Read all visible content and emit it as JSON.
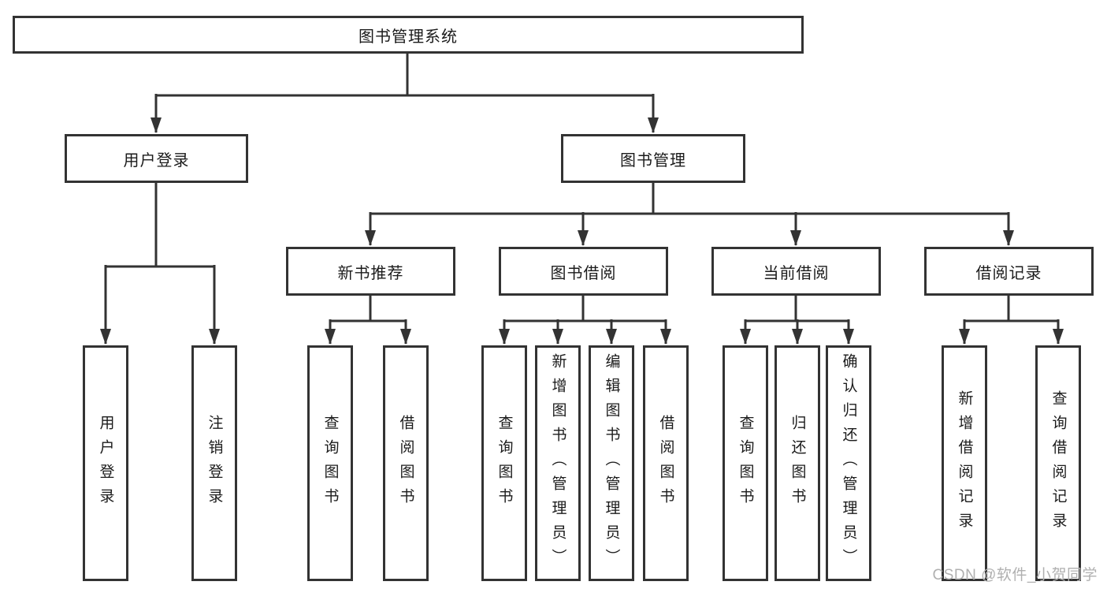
{
  "diagram": {
    "root": "图书管理系统",
    "level2": {
      "user_login": "用户登录",
      "book_management": "图书管理"
    },
    "level3": {
      "new_book_recommendation": "新书推荐",
      "book_borrowing": "图书借阅",
      "current_borrowing": "当前借阅",
      "borrowing_records": "借阅记录"
    },
    "leaves": {
      "user_login": "用户登录",
      "logout": "注销登录",
      "recommend_query_books": "查询图书",
      "recommend_borrow_books": "借阅图书",
      "borrow_query_books": "查询图书",
      "borrow_add_books": "新增图书（管理员）",
      "borrow_edit_books": "编辑图书（管理员）",
      "borrow_borrow_books": "借阅图书",
      "current_query_books": "查询图书",
      "current_return_books": "归还图书",
      "current_confirm_return": "确认归还（管理员）",
      "records_add_record": "新增借阅记录",
      "records_query_record": "查询借阅记录"
    }
  },
  "watermark": "CSDN @软件_小贺同学",
  "colors": {
    "border": "#333333",
    "line": "#333333",
    "text": "#1b1b1b",
    "watermark": "#b0b0b0",
    "background": "#ffffff"
  }
}
